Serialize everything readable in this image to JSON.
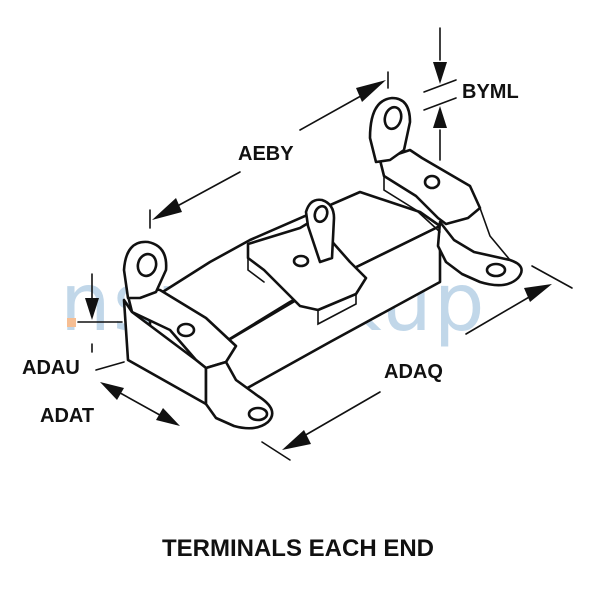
{
  "watermark": {
    "text": "nsnlookup",
    "color": "#8fb7d8",
    "dot_color": "#f08a3c"
  },
  "dimensions": {
    "aeby": "AEBY",
    "byml": "BYML",
    "adau": "ADAU",
    "adat": "ADAT",
    "adaq": "ADAQ"
  },
  "caption": "TERMINALS EACH END",
  "colors": {
    "line": "#111111",
    "background": "#ffffff"
  }
}
